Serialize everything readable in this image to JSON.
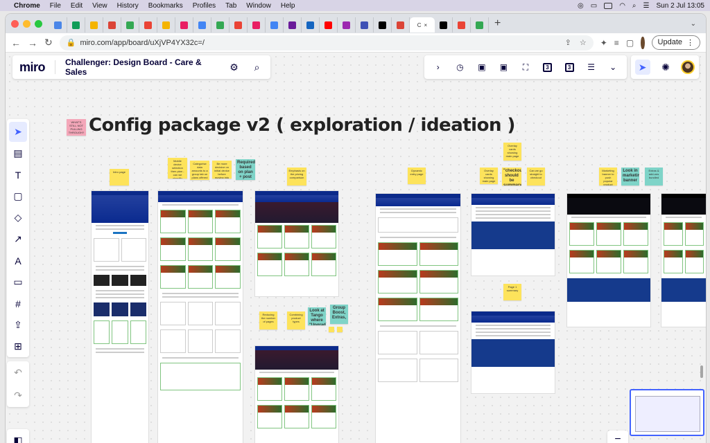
{
  "menubar": {
    "app": "Chrome",
    "items": [
      "File",
      "Edit",
      "View",
      "History",
      "Bookmarks",
      "Profiles",
      "Tab",
      "Window",
      "Help"
    ],
    "datetime": "Sun 2 Jul  13:05"
  },
  "browser": {
    "url": "miro.com/app/board/uXjVP4YX32c=/",
    "update_label": "Update",
    "active_tab_label": "C",
    "new_tab": "+",
    "tab_favicon_colors": [
      "#4a86e8",
      "#0f9d58",
      "#f4b400",
      "#db4437",
      "#34a853",
      "#ea4335",
      "#f4b400",
      "#e91e63",
      "#4285f4",
      "#34a853",
      "#ea4335",
      "#e91e63",
      "#4285f4",
      "#6a1b9a",
      "#1565c0",
      "#ff0000",
      "#9c27b0",
      "#3f51b5",
      "#000000",
      "#db4437",
      "#000000",
      "#ea4335",
      "#34a853"
    ]
  },
  "miro": {
    "logo": "miro",
    "board_name": "Challenger: Design Board - Care & Sales",
    "frame_title": "Config package v2 ( exploration / ideation )",
    "top_tool_counters": [
      "3",
      "3"
    ],
    "zoom_out": "−"
  },
  "stickies": [
    {
      "text": "Intro page",
      "color": "yellow"
    },
    {
      "text": "Mobile device selection then plan - can we simplify features / price promise offer?",
      "color": "yellow"
    },
    {
      "text": "Categorise data amounts to a group tab on plans offered",
      "color": "yellow"
    },
    {
      "text": "Be more decisive on initial device before moving into plan options",
      "color": "yellow"
    },
    {
      "text": "Required based on plan + post policy",
      "color": "teal"
    },
    {
      "text": "Emphasis on the pricing comparison",
      "color": "yellow"
    },
    {
      "text": "Dynamic entry page",
      "color": "yellow"
    },
    {
      "text": "Overlay cards showing main page",
      "color": "yellow"
    },
    {
      "text": "\"checkout\" should be summary",
      "color": "yellow"
    },
    {
      "text": "Can we go straight to checkout",
      "color": "yellow"
    },
    {
      "text": "Marketing banner to push popular product",
      "color": "yellow"
    },
    {
      "text": "Look in marketing banner",
      "color": "teal"
    },
    {
      "text": "Extras & add-ons bundled",
      "color": "teal"
    },
    {
      "text": "Look at Tango where \"Upgrades\"",
      "color": "teal"
    },
    {
      "text": "Group Boost, Extras,",
      "color": "teal"
    },
    {
      "text": "Reducing the number of pages",
      "color": "yellow"
    },
    {
      "text": "Combining product types",
      "color": "yellow"
    },
    {
      "text": "Page 1 summary",
      "color": "yellow"
    },
    {
      "text": "WHAT'S STILL NOT PULLING THROUGH?",
      "color": "pink"
    }
  ]
}
